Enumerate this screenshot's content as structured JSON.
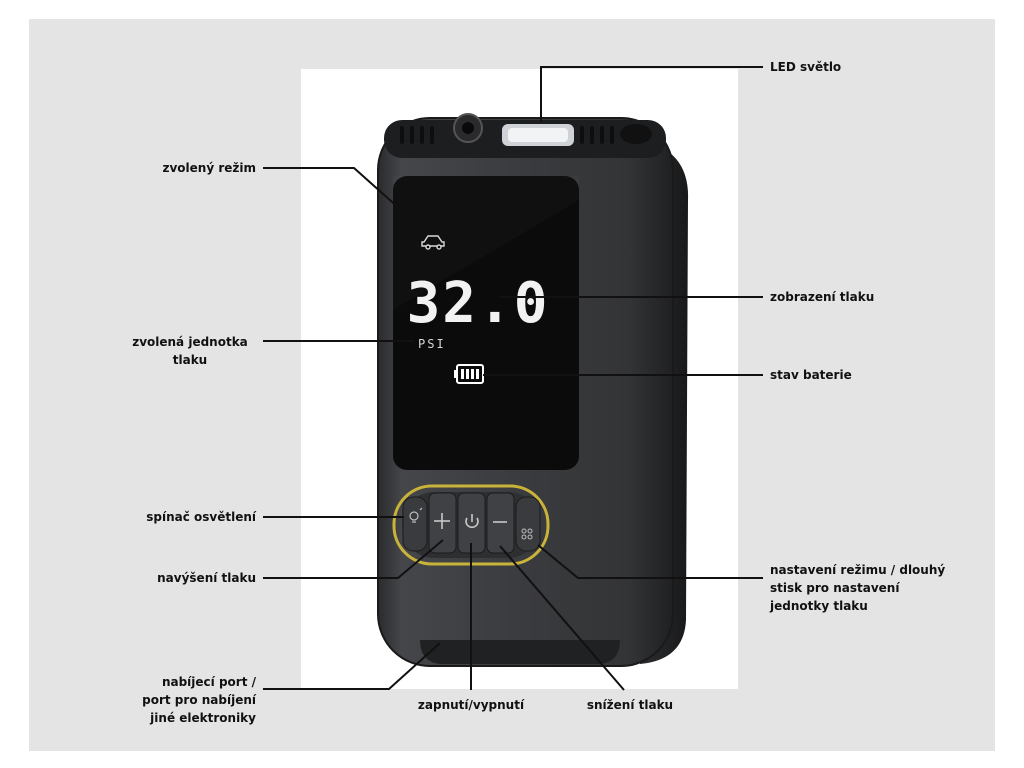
{
  "display": {
    "pressure_value": "32.0",
    "unit": "PSI",
    "mode_icon": "car-icon",
    "battery_icon": "battery-full-icon"
  },
  "buttons": [
    {
      "name": "light-button",
      "icon": "lightbulb-icon"
    },
    {
      "name": "plus-button",
      "icon": "plus-icon"
    },
    {
      "name": "power-button",
      "icon": "power-icon"
    },
    {
      "name": "minus-button",
      "icon": "minus-icon"
    },
    {
      "name": "mode-button",
      "icon": "grid-dots-icon"
    }
  ],
  "labels": {
    "led_light": "LED světlo",
    "selected_mode": "zvolený režim",
    "pressure_display": "zobrazení tlaku",
    "selected_unit": "zvolená jednotka\ntlaku",
    "battery_status": "stav baterie",
    "light_switch": "spínač osvětlení",
    "pressure_increase": "navýšení tlaku",
    "mode_setting": "nastavení režimu / dlouhý\nstisk pro nastavení\njednotky tlaku",
    "charging_port": "nabíjecí port /\nport pro nabíjení\njiné elektroniky",
    "power": "zapnutí/vypnutí",
    "pressure_decrease": "snížení tlaku"
  },
  "colors": {
    "background": "#e4e4e4",
    "device_body": "#3a3b3d",
    "screen": "#0b0b0c",
    "button_ring": "#c9b33a",
    "display_text": "#f2f2f2"
  }
}
